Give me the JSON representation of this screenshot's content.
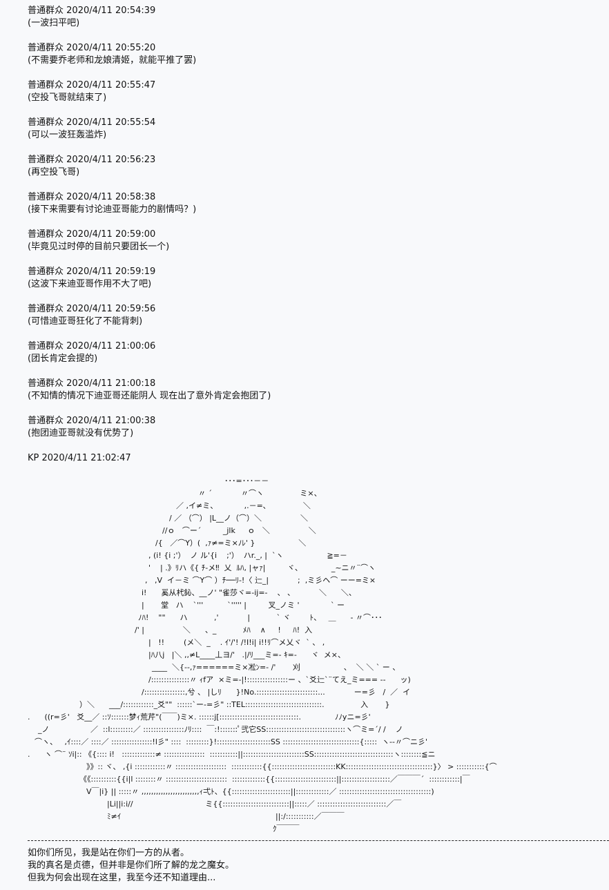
{
  "messages": [
    {
      "author": "普通群众",
      "time": "2020/4/11 20:54:39",
      "text": "(一波扫平吧)"
    },
    {
      "author": "普通群众",
      "time": "2020/4/11 20:55:20",
      "text": "(不需要乔老师和龙娘清姬，就能平推了罢)"
    },
    {
      "author": "普通群众",
      "time": "2020/4/11 20:55:47",
      "text": "(空投飞哥就结束了)"
    },
    {
      "author": "普通群众",
      "time": "2020/4/11 20:55:54",
      "text": "(可以一波狂轰滥炸)"
    },
    {
      "author": "普通群众",
      "time": "2020/4/11 20:56:23",
      "text": "(再空投飞哥)"
    },
    {
      "author": "普通群众",
      "time": "2020/4/11 20:58:38",
      "text": "(接下来需要有讨论迪亚哥能力的剧情吗？)"
    },
    {
      "author": "普通群众",
      "time": "2020/4/11 20:59:00",
      "text": "(毕竟见过时停的目前只要团长一个)"
    },
    {
      "author": "普通群众",
      "time": "2020/4/11 20:59:19",
      "text": "(这波下来迪亚哥作用不大了吧)"
    },
    {
      "author": "普通群众",
      "time": "2020/4/11 20:59:56",
      "text": "(可惜迪亚哥狂化了不能背刺)"
    },
    {
      "author": "普通群众",
      "time": "2020/4/11 21:00:06",
      "text": "(团长肯定会提的)"
    },
    {
      "author": "普通群众",
      "time": "2020/4/11 21:00:18",
      "text": "(不知情的情况下迪亚哥还能阴人 现在出了意外肯定会抱团了)"
    },
    {
      "author": "普通群众",
      "time": "2020/4/11 21:00:38",
      "text": "(抱团迪亚哥就没有优势了)"
    }
  ],
  "kp": {
    "author": "KP",
    "time": "2020/4/11 21:02:47"
  },
  "art": [
    "･･･=･･･－－",
    "〃 ´            〃⌒ヽ               ミ×、",
    "／ ,イ≠ミ、           ,.－=､               ＼",
    "/ ／ （⌒） |L__ノ（⌒）＼                ＼",
    "//ｏ   ⌒ー´         _jlk     ｏ   ＼                ＼",
    "/{   ／⌒Y）(  ,ｧ≠=ミ×ﾉﾚ' }                  ＼",
    ", (i! {i ;'）  ノ ル'{i    ;'）  ハr._, |  `ヽ                  ≧=－",
    "'    | .》ﾘハ《{ ﾁ-メ‼  乂  ﾙﾊ, |ャｧ|         ヾ、            _~ニ〃¨⌒ヽ",
    ",   ,V  イ－ミ ⌒Y⌒ ）ﾁ──ﾘ-!〈 辷_|            ;  ,ミ彡ヘ⌒ ーー=ミ×",
    "i!      奚从杙鈊、__ノ' \"雀莎ヾ=-ij=-    、 、          ＼      ＼、",
    "|       堂   ハ    `'''          `''''' |         叉_ノミ '             ` ー",
    "ﾉﾊ!    \"\"      ハ           ,'            |           ` ヾ        ﾄ、   ＿      - 〃⌒･･･",
    "/' |                ＼      、_           ﾒﾊ    ∧     !     ﾊ!  入",
    "|   !!        (メ＼  _    . ｲ'/'! /!I!i| i!!ﾘ⌒メ乂ヾ  ` 、 ,",
    "|ﾊ八j   |＼ ,,≠L____丄ヨ/'   .|/ﾘ___ミ=- ｷ=-      ヾ  メ×、",
    "____  ＼{--,ｧ======ミ×凇ﾝ=- /'       刈                  、  ＼ ＼ ` ー 、",
    "/:::::::::::::::〃 ｨfア  ×ミ=-|!::::::::::::::::ー 、`爻辷`¨てえ_ミ=== --      ッ)",
    "/::::::::::::::::,兮 、 |しﾘ      }!No.::::::::::::::::::::::::...            ー=彡   /  ／  イ",
    "）＼      ___/::::::::::::_爻\"\"  ::::::`ー-=彡\" ::TEL::::::::::::::::::::::::::::::.               入       }",
    ".      ((r=彡'   爻__／ ::ｿ:::::::梦ｨ荒芹\"(￣￣)ミ×. ::::::j[:::::::::::::::::::::::::::::::.              ﾉﾉyニ=彡'",
    "_ノ                 ／  ::l:::::::::／ ::::::::::::::::ﾉﾘ::::  ￣:!:::::::ﾟ弐它SS:::::::::::::::::::::::::::::::ヽ⌒ミ=´/ /    ノ",
    "⌒ヽ、   ,ｲ::::／ ::::／ ::::::::::::::::!l彡\" ::::  :::::::::}!:::::::::::::::::::::SS ::::::::::::::::::::::::::::::{:::::  ヽ--〃⌒ニ彡'",
    ".      ヽ ⌒¨ ｿi|:: 《{:::: i!   :::::::::::::≠ ::::::::::::::::  :::::::::::||::::::::::::::::::::::::SS:::::::::::::::::::::::::::::::ヽ::::::::≦ニ",
    "》》:: ヾ、 ,{i ::::::::::::〃 ::::::::::::::::::::  ::::::::::::{{:::::::::::::::::::::::::KK::::::::::::::::::::::::::::::::::}〉 > :::::::::::{⌒",
    "《《::::::::::{{i|l ::::::::〃 ::::::::::::::::::::::::  :::::::::::::{{::::::::::::::::::::::::||:::::::::::::::::::／￣￣￣´  ::::::::::::|￣",
    "V￣|i} || :::::〃 ,,,,,,,,,,,,,,,,,,,,,,,,ｨ弌ﾄ、{{:::::::::::::::::::::::||:::::::::::::／ ::::::::::::::::::::::::::::::::::::)",
    "|Li||i:i//                              ミ{{::::::::::::::::::::::::::||:::::／ :::::::::::::::::::::::::::／￣",
    "ﾐ≠ｲ                                                                ||:/:::::::::::／￣￣￣",
    "ｸ￣￣￣"
  ],
  "closing": [
    "如你们所见，我是站在你们一方的从者。",
    "我的真名是贞德，但并非是你们所了解的龙之魔女。",
    "但我为何会出现在这里，我至今还不知道理由..."
  ]
}
